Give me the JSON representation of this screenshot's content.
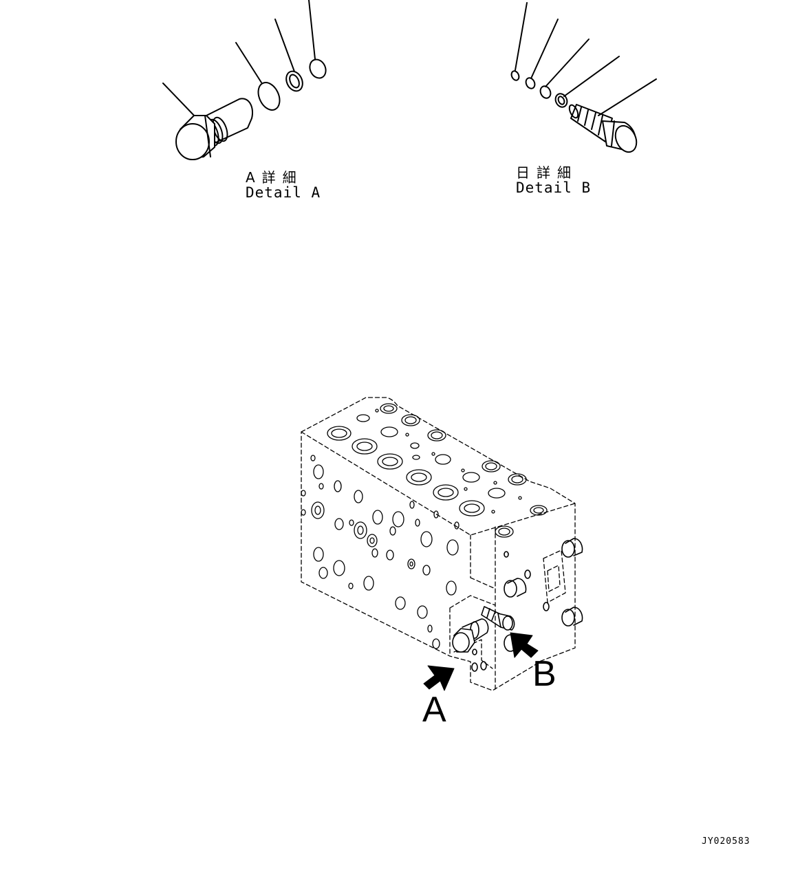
{
  "detail_a": {
    "caption_jp": "A詳細",
    "caption_en": "Detail A"
  },
  "detail_b": {
    "caption_jp": "日詳細",
    "caption_en": "Detail B"
  },
  "callouts": {
    "a": "A",
    "b": "B"
  },
  "drawing_code": "JY020583"
}
